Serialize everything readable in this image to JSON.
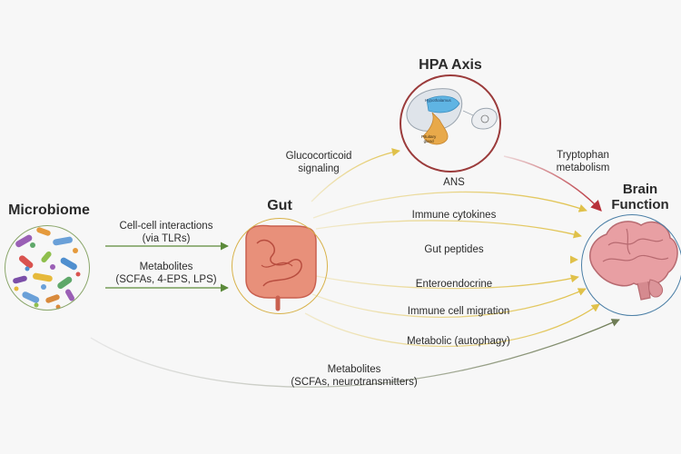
{
  "nodes": {
    "microbiome": "Microbiome",
    "gut": "Gut",
    "hpa": "HPA Axis",
    "brain_line1": "Brain",
    "brain_line2": "Function"
  },
  "hpa_inset": {
    "hypothalamus": "Hypothalamus",
    "pituitary_line1": "Pituitary",
    "pituitary_line2": "gland"
  },
  "pathways": {
    "cell_cell_line1": "Cell-cell interactions",
    "cell_cell_line2": "(via TLRs)",
    "metabolites_gut_line1": "Metabolites",
    "metabolites_gut_line2": "(SCFAs, 4-EPS, LPS)",
    "glucocorticoid_line1": "Glucocorticoid",
    "glucocorticoid_line2": "signaling",
    "tryptophan_line1": "Tryptophan",
    "tryptophan_line2": "metabolism",
    "ans": "ANS",
    "immune_cytokines": "Immune cytokines",
    "gut_peptides": "Gut peptides",
    "enteroendocrine": "Enteroendocrine",
    "immune_cell_migration": "Immune cell migration",
    "metabolic_autophagy": "Metabolic (autophagy)",
    "metabolites_brain_line1": "Metabolites",
    "metabolites_brain_line2": "(SCFAs, neurotransmitters)"
  },
  "colors": {
    "background": "#f7f7f7",
    "green_arrow": "#5b8a3a",
    "yellow_arrow": "#e0c14a",
    "red_arrow": "#b8313a",
    "hpa_ring": "#9b3b3b",
    "gut_ring": "#d8b24a",
    "brain_ring": "#4b7fa6",
    "microbiome_ring": "#8aa66a"
  }
}
